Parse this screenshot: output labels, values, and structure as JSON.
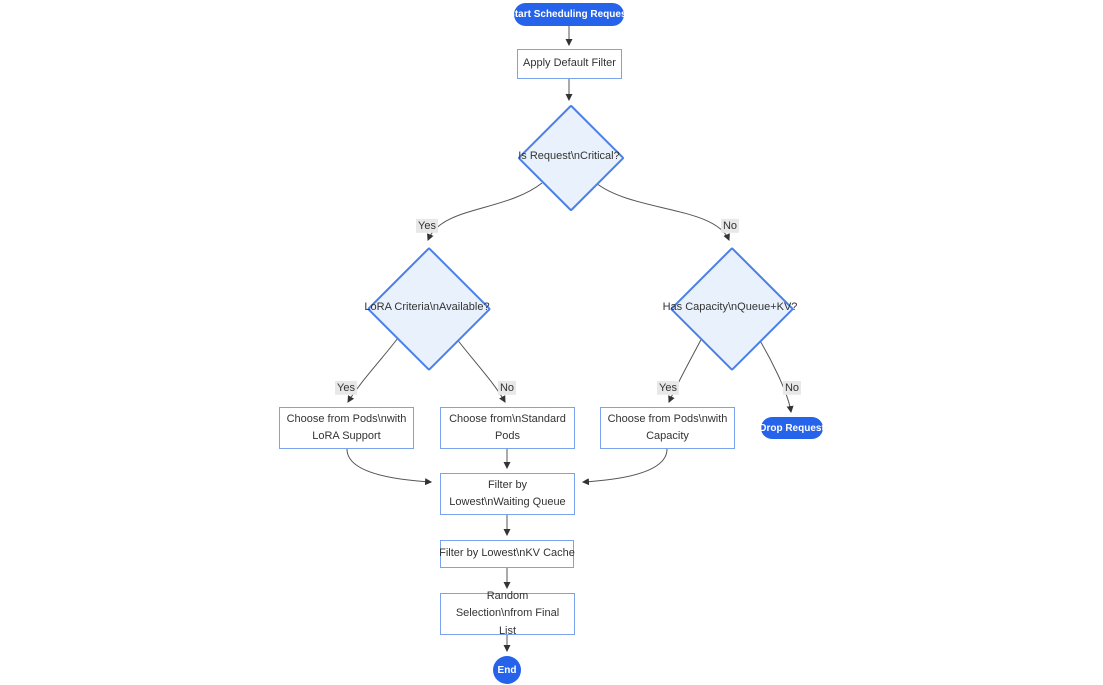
{
  "diagram": {
    "type": "flowchart",
    "colors": {
      "terminal_fill": "#2563eb",
      "terminal_text": "#ffffff",
      "rect_fill": "#ffffff",
      "rect_border": "#7aa2ee",
      "diamond_fill": "#e9f2fc",
      "diamond_border": "#4a80e8",
      "edge_color": "#555555",
      "edge_label_bg": "#e8e8e8",
      "text_color": "#333333"
    },
    "nodes": {
      "start": {
        "label": "Start Scheduling Request",
        "type": "stadium"
      },
      "apply_filter": {
        "label": "Apply Default Filter",
        "type": "rect"
      },
      "is_critical": {
        "label": "Is Request\\nCritical?",
        "type": "diamond"
      },
      "lora_criteria": {
        "label": "LoRA Criteria\\nAvailable?",
        "type": "diamond"
      },
      "has_capacity": {
        "label": "Has Capacity\\nQueue+KV?",
        "type": "diamond"
      },
      "choose_lora_pods": {
        "label": "Choose from Pods\\nwith LoRA Support",
        "type": "rect"
      },
      "choose_standard_pods": {
        "label": "Choose from\\nStandard Pods",
        "type": "rect"
      },
      "choose_capacity_pods": {
        "label": "Choose from Pods\\nwith Capacity",
        "type": "rect"
      },
      "drop_request": {
        "label": "Drop Request",
        "type": "stadium"
      },
      "filter_waiting_queue": {
        "label": "Filter by Lowest\\nWaiting Queue",
        "type": "rect"
      },
      "filter_kv_cache": {
        "label": "Filter by Lowest\\nKV Cache",
        "type": "rect"
      },
      "random_selection": {
        "label": "Random Selection\\nfrom Final List",
        "type": "rect"
      },
      "end": {
        "label": "End",
        "type": "circle"
      }
    },
    "edge_labels": {
      "critical_yes": "Yes",
      "critical_no": "No",
      "lora_yes": "Yes",
      "lora_no": "No",
      "capacity_yes": "Yes",
      "capacity_no": "No"
    }
  }
}
